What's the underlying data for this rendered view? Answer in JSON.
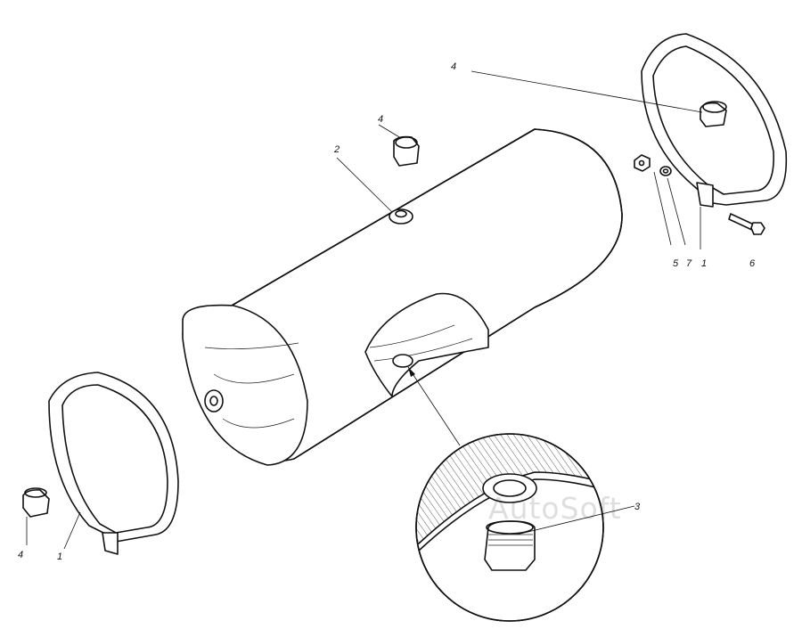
{
  "labels": {
    "plug_top": "4",
    "plug_right": "4",
    "plug_left": "4",
    "tank": "2",
    "clamp_left": "1",
    "clamp_right": "1",
    "nut": "5",
    "washer": "7",
    "bolt": "6",
    "plug_detail": "3"
  },
  "watermark": "AutoSoft",
  "colors": {
    "ink": "#111111",
    "background": "#ffffff"
  }
}
